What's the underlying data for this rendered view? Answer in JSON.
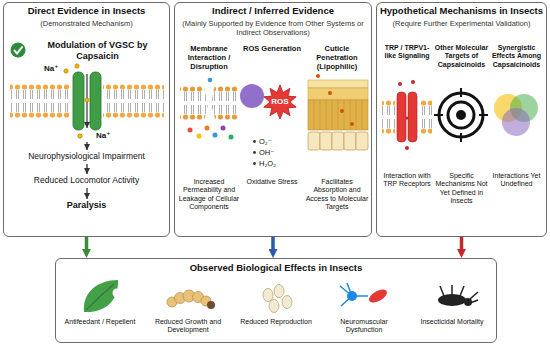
{
  "diagram": {
    "nodes": [
      {
        "text": [
          "Direct Evidence in Insects",
          "(Demonstrated Mechanism)",
          "Modulation of VGSC by Capsaicin",
          "Neurophysiological Impairment",
          "Reduced Locomotor Activity",
          "Paralysis"
        ]
      },
      {
        "text": [
          "Indirect / Inferred Evidence",
          "(Mainly Supported by Evidence from Other Systems or Indirect Observations)",
          "Membrane Interaction / Disruption",
          "ROS Generation",
          "Cuticle Penetration (Lipophilic)",
          "Increased Permeability and Leakage of Cellular Components",
          "Oxidative Stress",
          "Facilitates Absorption and Access to Molecular Targets"
        ]
      },
      {
        "text": [
          "ROS"
        ],
        "in": 1
      },
      {
        "text": [
          "Hypothetical Mechanisms in Insects",
          "(Require Further Experimental Validation)",
          "TRP / TRPV1-like Signaling",
          "Other Molecular Targets of Capsaicinoids",
          "Synergistic Effects Among Capsaicinoids",
          "Interaction with TRP Receptors",
          "Specific Mechanisms Not Yet Defined in Insects",
          "Interactions Yet Undefined"
        ]
      },
      {
        "text": [
          "Observed Biological Effects in Insects",
          "Antifeedant / Repellent",
          "Reduced Growth and Development",
          "Reduced Reproduction",
          "Neuromuscular Dysfunction",
          "Insecticidal Mortality"
        ]
      }
    ],
    "edges": [
      {
        "from": 0,
        "to": 4,
        "arrow": "to"
      },
      {
        "from": 1,
        "to": 4,
        "arrow": "to"
      },
      {
        "from": 3,
        "to": 4,
        "arrow": "to"
      }
    ],
    "labels": [
      "Na⁺",
      "Na⁺",
      "O₂⁻",
      "OH⁻",
      "H₂O₂"
    ]
  }
}
